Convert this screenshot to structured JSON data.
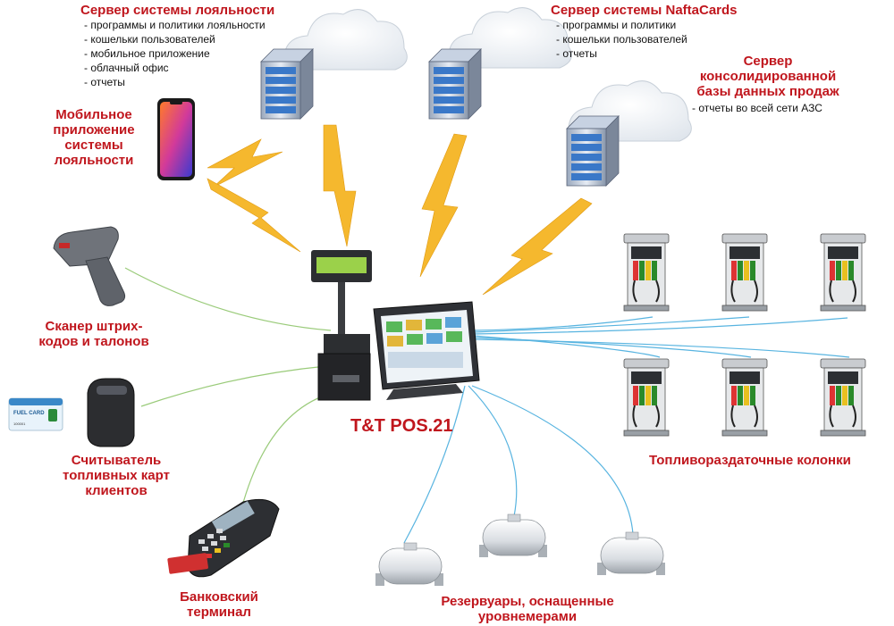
{
  "loyalty_server": {
    "title": "Сервер системы лояльности",
    "items": [
      "программы и политики лояльности",
      "кошельки пользователей",
      "мобильное приложение",
      "облачный офис",
      "отчеты"
    ]
  },
  "naftacards_server": {
    "title": "Сервер системы NaftaCards",
    "items": [
      "программы и политики",
      "кошельки пользователей",
      "отчеты"
    ]
  },
  "consolidated_server": {
    "title_lines": [
      "Сервер",
      "консолидированной",
      "базы данных продаж"
    ],
    "items": [
      "отчеты во всей сети АЗС"
    ]
  },
  "mobile_app": {
    "lines": [
      "Мобильное",
      "приложение",
      "системы",
      "лояльности"
    ]
  },
  "scanner": {
    "lines": [
      "Сканер штрих-",
      "кодов и талонов"
    ]
  },
  "card_reader": {
    "lines": [
      "Считыватель",
      "топливных карт",
      "клиентов"
    ]
  },
  "bank_terminal": {
    "lines": [
      "Банковский",
      "терминал"
    ]
  },
  "tanks": {
    "lines": [
      "Резервуары, оснащенные",
      "уровнемерами"
    ]
  },
  "dispensers": {
    "label": "Топливораздаточные колонки"
  },
  "pos": {
    "label": "T&T POS.21"
  },
  "fuel_card": {
    "text": "FUEL CARD",
    "number": "100001"
  },
  "colors": {
    "title_red": "#c0161d",
    "lightning": "#f5b82e",
    "green_line": "#9acb7a",
    "blue_line": "#58b4e0"
  }
}
